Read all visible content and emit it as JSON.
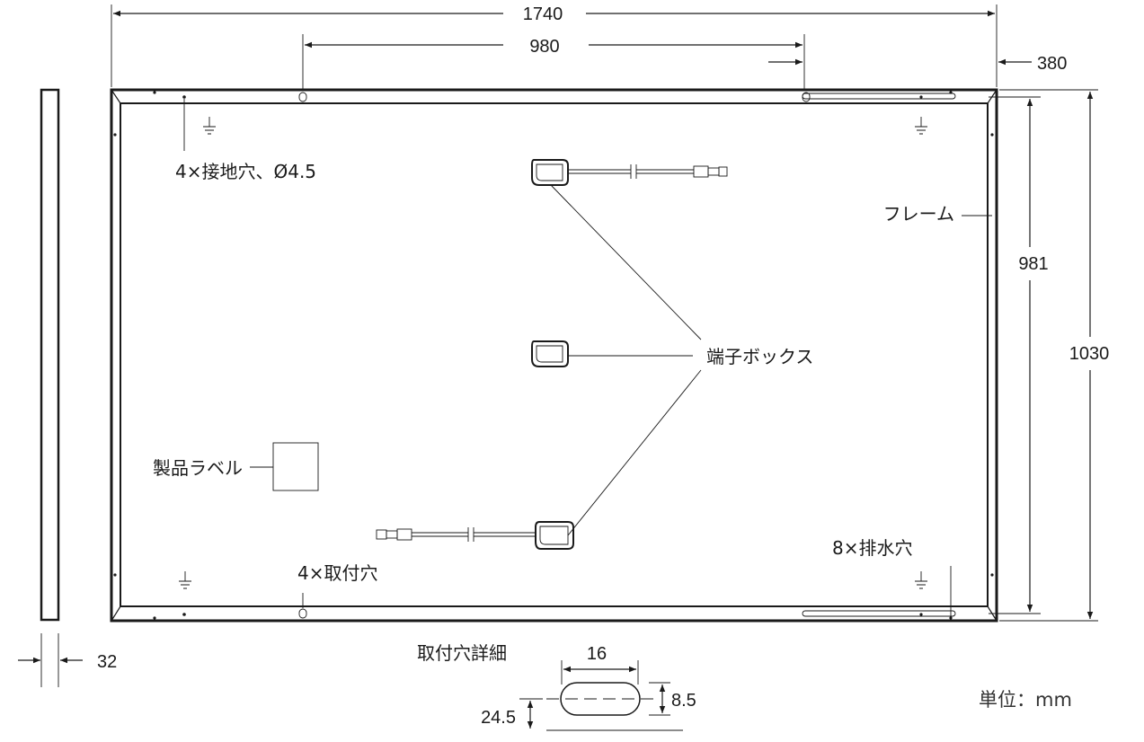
{
  "dimensions": {
    "total_length": "1740",
    "mount_spacing": "980",
    "end_offset": "380",
    "inner_height": "981",
    "total_height": "1030",
    "frame_thickness": "32"
  },
  "labels": {
    "grounding_holes": "4×接地穴、Ø4.5",
    "frame": "フレーム",
    "junction_box": "端子ボックス",
    "product_label": "製品ラベル",
    "mounting_holes": "4×取付穴",
    "drain_holes": "8×排水穴"
  },
  "hole_detail": {
    "title": "取付穴詳細",
    "length": "16",
    "width": "8.5",
    "offset": "24.5"
  },
  "unit_note": "単位：mm",
  "icons": [
    "ground-symbol-icon",
    "arrowhead-icon",
    "connector-icon"
  ]
}
